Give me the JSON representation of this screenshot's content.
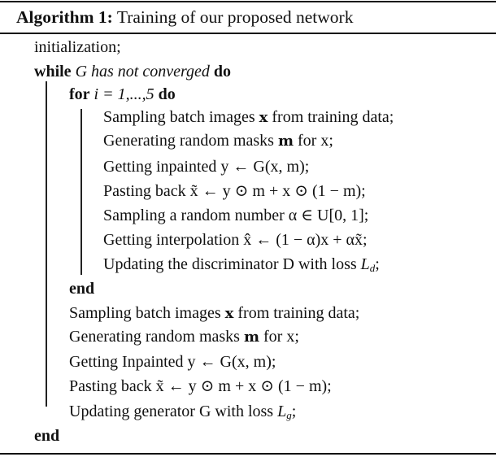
{
  "algorithm": {
    "label": "Algorithm 1:",
    "title": "Training of our proposed network"
  },
  "lines": {
    "init": "initialization;",
    "while_kw": "while",
    "while_cond": "G has not converged",
    "while_do": "do",
    "for_kw": "for",
    "for_range": "i = 1,...,5",
    "for_do": "do",
    "inner": [
      {
        "text": "Sampling batch images",
        "math": "x",
        "rest": "from training data;"
      },
      {
        "text": "Generating random masks",
        "math": "m",
        "rest": "for x;"
      },
      {
        "text": "Getting inpainted",
        "math": "y ← G(x, m);"
      },
      {
        "text": "Pasting back",
        "math": "x̃ ← y ⊙ m + x ⊙ (1 − m);"
      },
      {
        "text": "Sampling a random number",
        "math": "α ∈ U[0, 1];"
      },
      {
        "text": "Getting interpolation",
        "math": "x̂ ← (1 − α)x + αx̃;"
      },
      {
        "text": "Updating the discriminator D with loss",
        "math": "L",
        "sub": "d",
        "rest": ";"
      }
    ],
    "end_for": "end",
    "outer": [
      {
        "text": "Sampling batch images",
        "math": "x",
        "rest": "from training data;"
      },
      {
        "text": "Generating random masks",
        "math": "m",
        "rest": "for x;"
      },
      {
        "text": "Getting Inpainted",
        "math": "y ← G(x, m);"
      },
      {
        "text": "Pasting back",
        "math": "x̃ ← y ⊙ m + x ⊙ (1 − m);"
      },
      {
        "text": "Updating generator G with loss",
        "math": "L",
        "sub": "g",
        "rest": ";"
      }
    ],
    "end_while": "end"
  }
}
